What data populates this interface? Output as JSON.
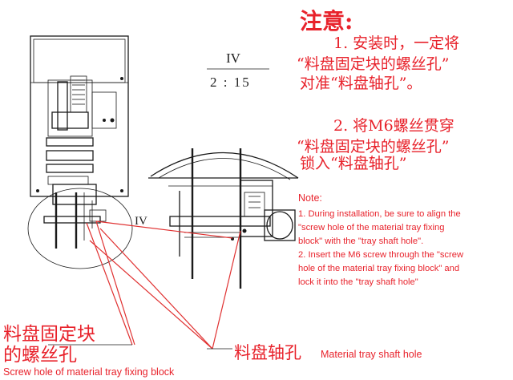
{
  "detail": {
    "label": "IV",
    "scale": "2 : 15",
    "circle_label": "IV"
  },
  "notice_zh": {
    "title": "注意:",
    "line1": "1. 安装时，一定将",
    "line2": "“料盘固定块的螺丝孔”",
    "line3": "对准“料盘轴孔”。",
    "line4": "2. 将M6螺丝贯穿",
    "line5": "“料盘固定块的螺丝孔”",
    "line6": "锁入“料盘轴孔”"
  },
  "note_en": {
    "title": "Note:",
    "lines": [
      "1. During installation, be sure to align the",
      "\"screw hole of the material tray fixing",
      "block\" with the \"tray shaft hole\".",
      "2. Insert the M6 screw through the \"screw",
      "hole of the material tray fixing block\" and",
      "lock it into the \"tray shaft hole\""
    ]
  },
  "callouts": {
    "fixing_block_zh_1": "料盘固定块",
    "fixing_block_zh_2": "的螺丝孔",
    "fixing_block_en": "Screw hole of material tray fixing block",
    "shaft_hole_zh": "料盘轴孔",
    "shaft_hole_en": "Material tray shaft hole"
  },
  "colors": {
    "annotation": "#e8222b",
    "drawing": "#1a1a1a"
  }
}
